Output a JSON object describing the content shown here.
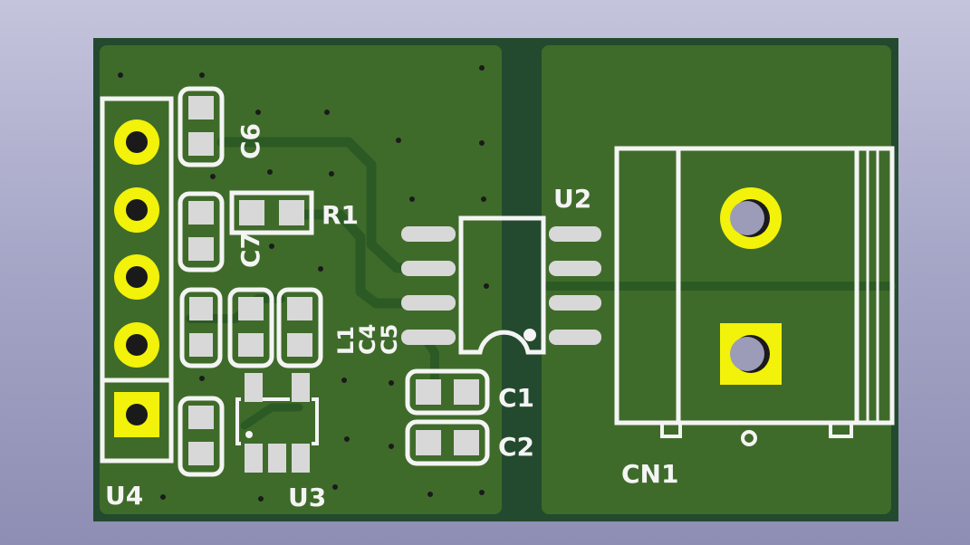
{
  "colors": {
    "background_top": "#c4c4dc",
    "board_edge": "#234a2e",
    "copper_pour": "#3f6b2a",
    "silkscreen": "#f4f4f4",
    "pad_smd": "#d8d8d8",
    "pad_tht": "#f2f20a",
    "drill": "#9c9cb8",
    "via_drill": "#1a1a1a"
  },
  "board": {
    "view": "pcb-3d-top",
    "components": [
      {
        "id": "u4",
        "label": "U4"
      },
      {
        "id": "u3",
        "label": "U3"
      },
      {
        "id": "u2",
        "label": "U2"
      },
      {
        "id": "cn1",
        "label": "CN1"
      },
      {
        "id": "r1",
        "label": "R1"
      },
      {
        "id": "c1",
        "label": "C1"
      },
      {
        "id": "c2",
        "label": "C2"
      },
      {
        "id": "c6",
        "label": "C6"
      },
      {
        "id": "c7",
        "label": "C7"
      },
      {
        "id": "l1",
        "label": "L1"
      },
      {
        "id": "c4",
        "label": "C4"
      },
      {
        "id": "c5",
        "label": "C5"
      }
    ]
  }
}
